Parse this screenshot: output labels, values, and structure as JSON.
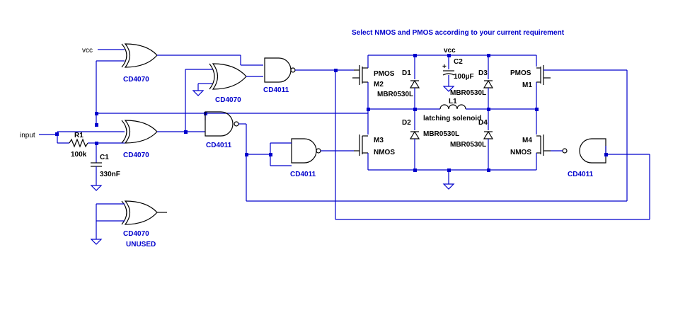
{
  "note": "Select NMOS and PMOS according to your current requirement",
  "nets": {
    "vcc_left": "vcc",
    "vcc_bridge": "vcc",
    "input": "input"
  },
  "resistor": {
    "ref": "R1",
    "value": "100k"
  },
  "capacitor_c1": {
    "ref": "C1",
    "value": "330nF"
  },
  "capacitor_c2": {
    "ref": "C2",
    "value": "100µF",
    "polarity": "+"
  },
  "inductor": {
    "ref": "L1",
    "value": "latching solenoid"
  },
  "gates": {
    "xor_top": "CD4070",
    "xor_mid": "CD4070",
    "xor_bottom": "CD4070",
    "xor_unused": "CD4070",
    "unused_note": "UNUSED",
    "nand_top": "CD4011",
    "nand_mid": "CD4011",
    "nand_low": "CD4011",
    "nand_right": "CD4011"
  },
  "mosfets": {
    "m2": {
      "ref": "M2",
      "type": "PMOS"
    },
    "m1": {
      "ref": "M1",
      "type": "PMOS"
    },
    "m3": {
      "ref": "M3",
      "type": "NMOS"
    },
    "m4": {
      "ref": "M4",
      "type": "NMOS"
    }
  },
  "diodes": {
    "d1": {
      "ref": "D1",
      "part": "MBR0530L"
    },
    "d2": {
      "ref": "D2",
      "part": "MBR0530L"
    },
    "d3": {
      "ref": "D3",
      "part": "MBR0530L"
    },
    "d4": {
      "ref": "D4",
      "part": "MBR0530L"
    }
  }
}
